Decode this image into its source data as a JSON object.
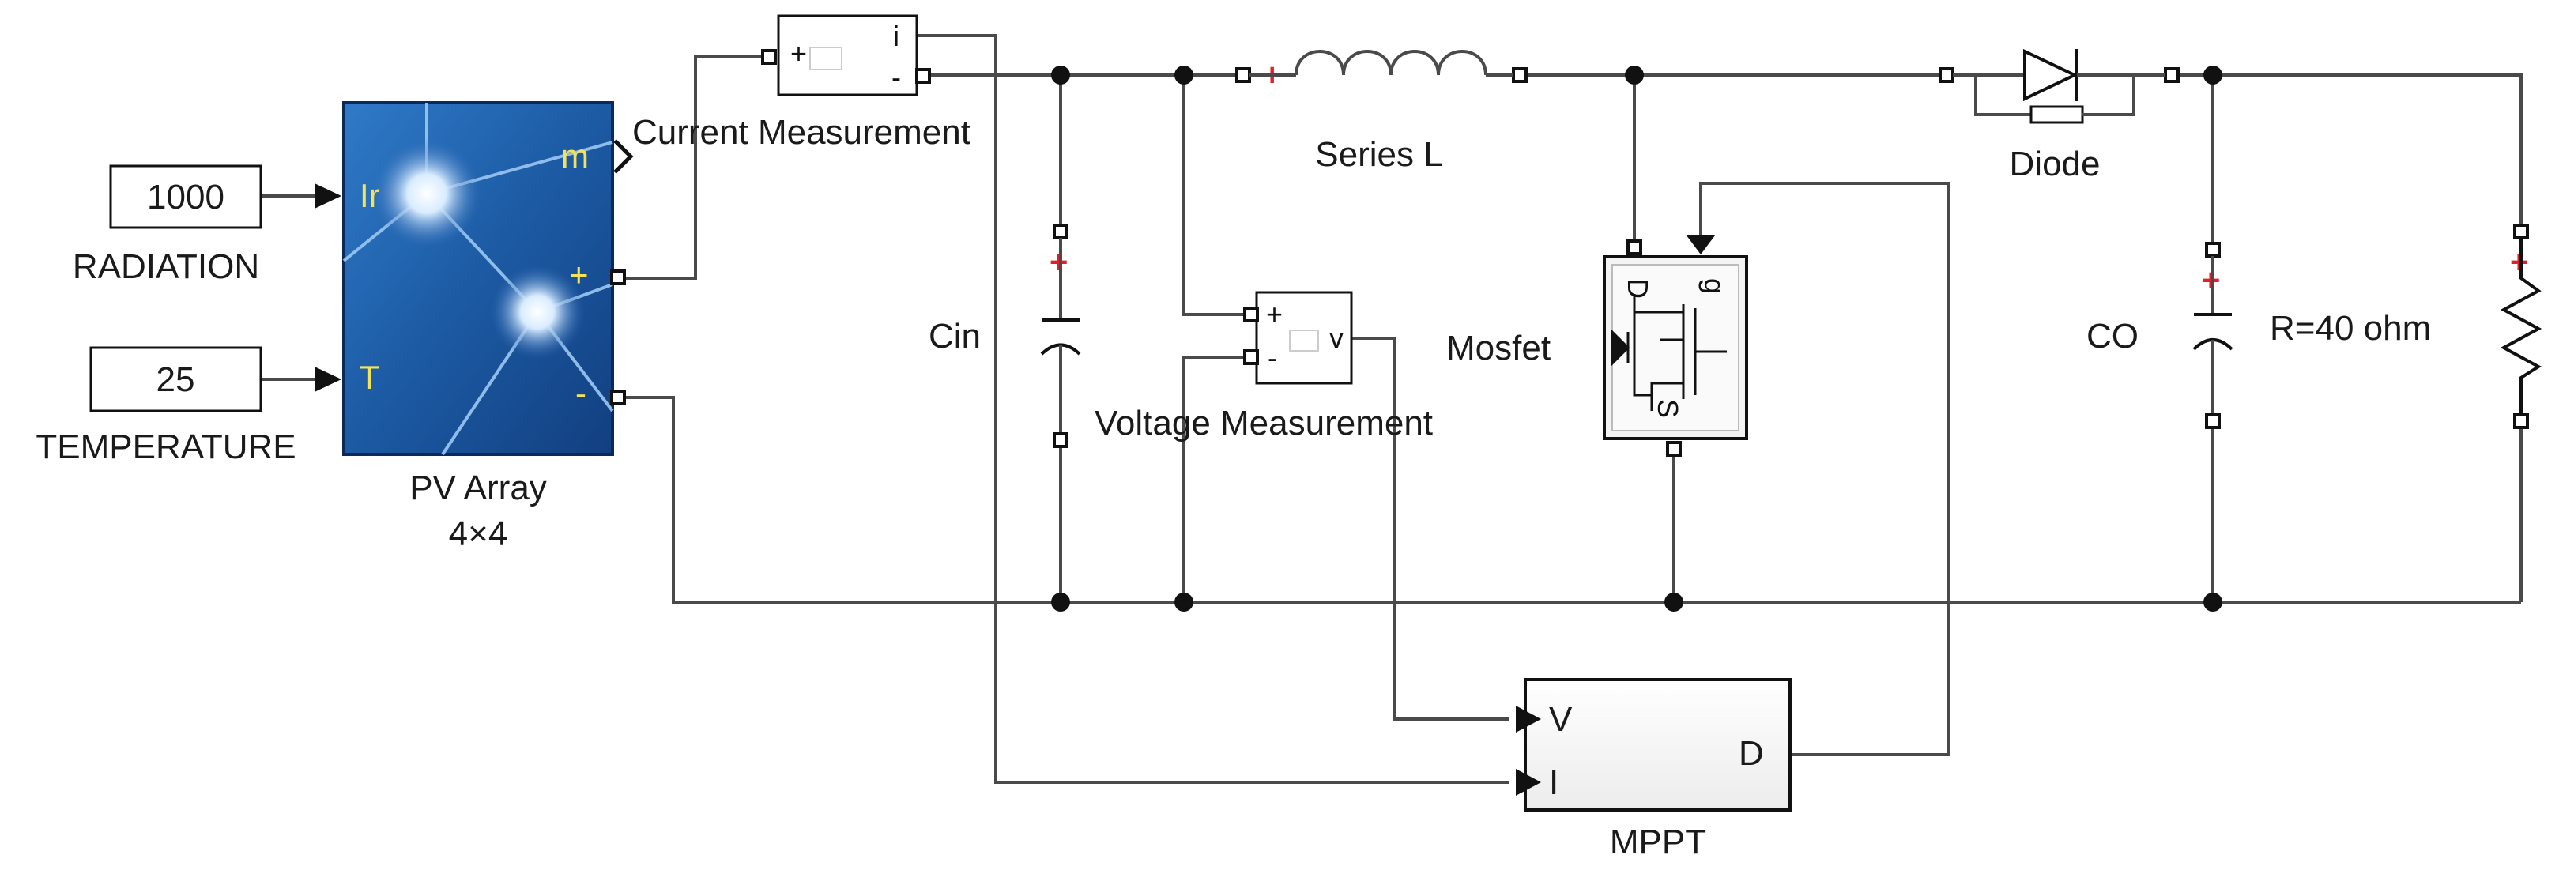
{
  "title": "",
  "blocks": {
    "radiation": {
      "value": "1000",
      "label": "RADIATION"
    },
    "temperature": {
      "value": "25",
      "label": "TEMPERATURE"
    },
    "pv_array": {
      "label": "PV Array",
      "sublabel": "4×4",
      "port_ir": "Ir",
      "port_t": "T",
      "port_m": "m",
      "port_plus": "+",
      "port_minus": "-"
    },
    "current_measurement": {
      "label": "Current Measurement",
      "port_plus": "+",
      "port_minus": "-",
      "port_i": "i"
    },
    "series_l": {
      "label": "Series L"
    },
    "diode": {
      "label": "Diode"
    },
    "cin": {
      "label": "Cin"
    },
    "voltage_measurement": {
      "label": "Voltage Measurement",
      "port_plus": "+",
      "port_minus": "-",
      "port_v": "v"
    },
    "mosfet": {
      "label": "Mosfet",
      "port_d": "D",
      "port_g": "g",
      "port_s": "S"
    },
    "co": {
      "label": "CO"
    },
    "load": {
      "label": "R=40 ohm"
    },
    "mppt": {
      "label": "MPPT",
      "port_v": "V",
      "port_i": "I",
      "port_d": "D"
    }
  },
  "colors": {
    "wire": "#4a4a4a",
    "pv_blue": "#1f5fa8",
    "port_text_yellow": "#f2e35a",
    "polarity_red": "#e0202a"
  }
}
